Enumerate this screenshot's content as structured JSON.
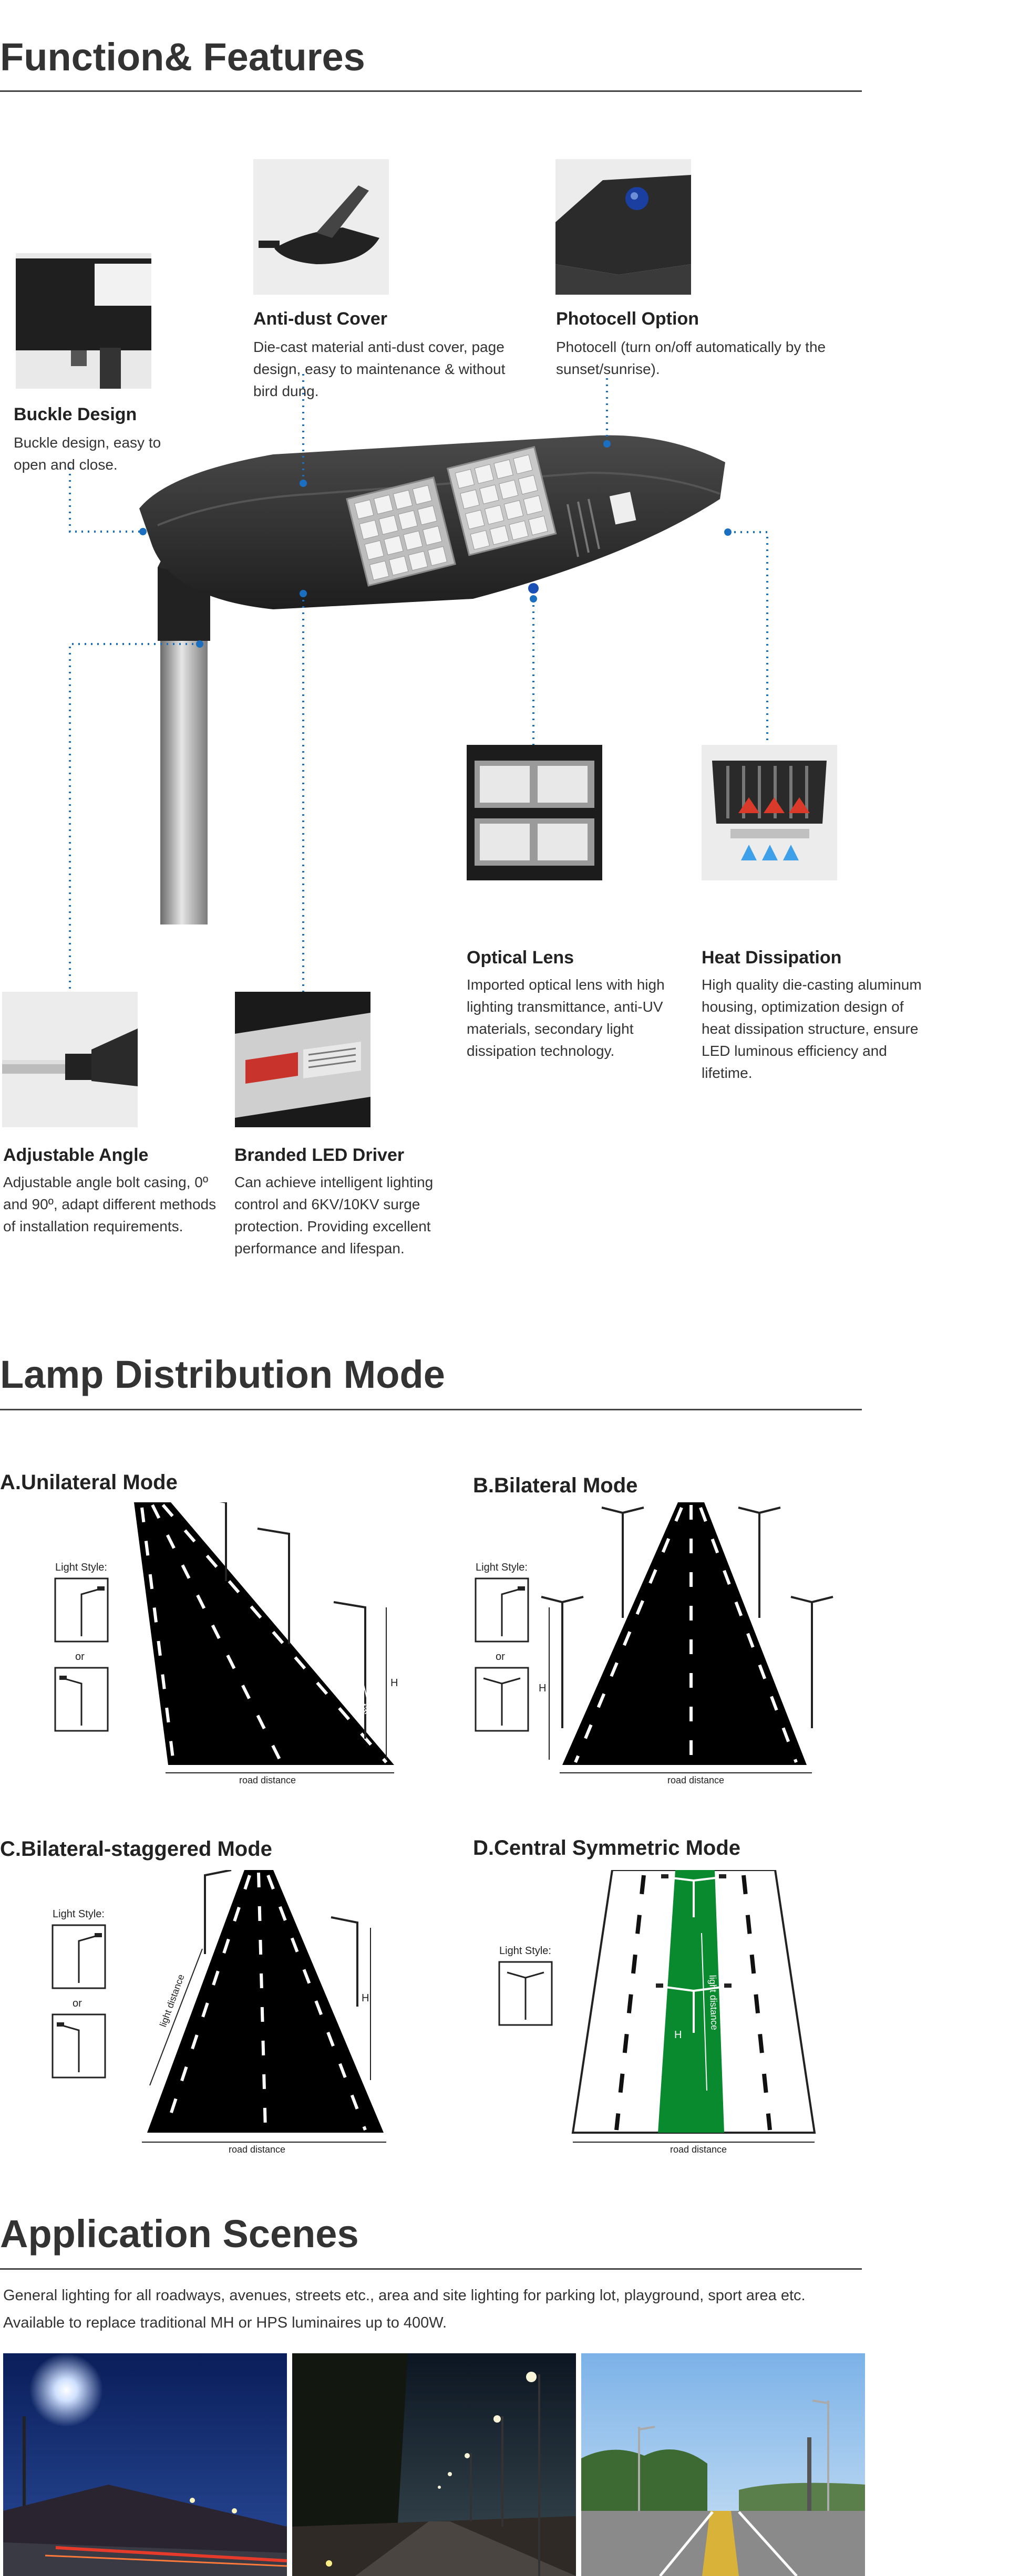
{
  "sections": {
    "features_title": "Function& Features",
    "distribution_title": "Lamp Distribution Mode",
    "application_title": "Application Scenes"
  },
  "features": {
    "buckle": {
      "title": "Buckle Design",
      "desc": "Buckle design, easy to open and close."
    },
    "antidust": {
      "title": "Anti-dust Cover",
      "desc": "Die-cast material anti-dust cover, page design, easy to maintenance & without bird dung."
    },
    "photocell": {
      "title": "Photocell Option",
      "desc": "Photocell (turn on/off automatically by the sunset/sunrise)."
    },
    "optical": {
      "title": "Optical Lens",
      "desc": "Imported optical lens with high lighting transmittance, anti-UV materials, secondary light dissipation technology."
    },
    "heat": {
      "title": "Heat Dissipation",
      "desc": "High quality die-casting aluminum housing, optimization design of heat dissipation structure, ensure LED luminous efficiency and lifetime."
    },
    "angle": {
      "title": "Adjustable Angle",
      "desc": "Adjustable angle bolt casing, 0º and 90º, adapt different methods of installation requirements."
    },
    "driver": {
      "title": "Branded LED Driver",
      "desc": "Can achieve intelligent lighting control and 6KV/10KV surge protection. Providing excellent performance and lifespan."
    }
  },
  "modes": {
    "a": {
      "title": "A.Unilateral Mode"
    },
    "b": {
      "title": "B.Bilateral Mode"
    },
    "c": {
      "title": "C.Bilateral-staggered Mode"
    },
    "d": {
      "title": "D.Central Symmetric Mode"
    },
    "light_style": "Light Style:",
    "or": "or",
    "road_distance": "road distance",
    "light_distance": "light distance",
    "h": "H"
  },
  "application": {
    "desc_line1": "General lighting for all roadways, avenues, streets etc., area and site lighting for parking lot, playground, sport area etc.",
    "desc_line2": "Available to replace traditional MH or HPS luminaires up to 400W."
  },
  "colors": {
    "dotted_line": "#1a6fc0",
    "rule": "#444444",
    "green_median": "#0a8a2e"
  }
}
